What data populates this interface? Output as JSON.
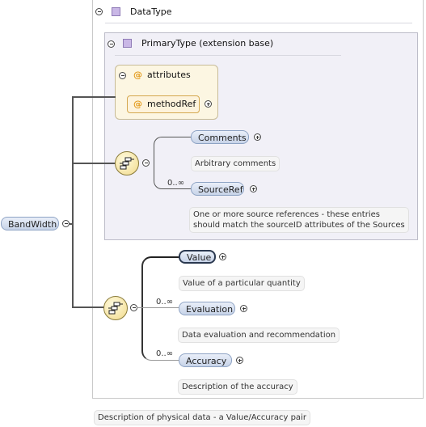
{
  "root": {
    "name": "BandWidth",
    "doc": "Description of physical data - a Value/Accuracy pair"
  },
  "data_type": {
    "label": "DataType"
  },
  "primary_type": {
    "label": "PrimaryType (extension base)"
  },
  "attributes": {
    "label": "attributes",
    "items": [
      {
        "name": "methodRef"
      }
    ]
  },
  "sequence1": {
    "elements": [
      {
        "name": "Comments",
        "multiplicity": "",
        "doc": "Arbitrary comments"
      },
      {
        "name": "SourceRef",
        "multiplicity": "0..∞",
        "doc_lines": [
          "One or more source references - these entries",
          "should match the sourceID attributes of the Sources"
        ]
      }
    ]
  },
  "sequence2": {
    "elements": [
      {
        "name": "Value",
        "multiplicity": "",
        "doc": "Value of a particular quantity"
      },
      {
        "name": "Evaluation",
        "multiplicity": "0..∞",
        "doc": "Data evaluation and recommendation"
      },
      {
        "name": "Accuracy",
        "multiplicity": "0..∞",
        "doc": "Description of the accuracy"
      }
    ]
  },
  "icons": {
    "collapse": "collapse-icon",
    "expand": "expand-icon",
    "type": "type-square-icon",
    "attribute": "at-sign-icon",
    "sequence": "sequence-compositor-icon"
  }
}
